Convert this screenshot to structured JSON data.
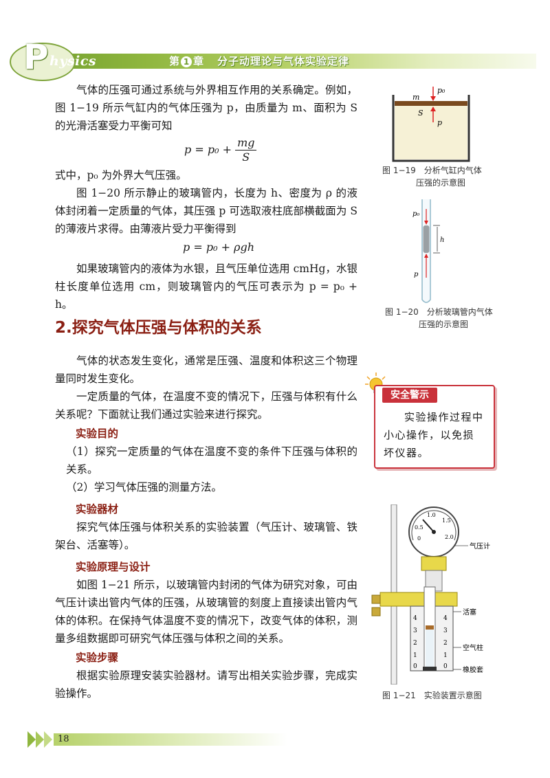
{
  "header": {
    "logo_letter": "P",
    "logo_word": "hysics",
    "chapter_prefix": "第",
    "chapter_num": "1",
    "chapter_suffix": "章",
    "chapter_title": "分子动理论与气体实验定律"
  },
  "content": {
    "p1": "气体的压强可通过系统与外界相互作用的关系确定。例如，图 1−19 所示气缸内的气体压强为 p，由质量为 m、面积为 S 的光滑活塞受力平衡可知",
    "f1_lhs": "p = p₀ +",
    "f1_num": "mg",
    "f1_den": "S",
    "p2": "式中，p₀ 为外界大气压强。",
    "p3": "图 1−20 所示静止的玻璃管内，长度为 h、密度为 ρ 的液体封闭着一定质量的气体，其压强 p 可选取液柱底部横截面为 S 的薄液片求得。由薄液片受力平衡得到",
    "f2": "p = p₀ + ρgh",
    "p4": "如果玻璃管内的液体为水银，且气压单位选用 cmHg，水银柱长度单位选用 cm，则玻璃管内的气压可表示为 p = p₀ + h。",
    "section_title": "2.探究气体压强与体积的关系",
    "p5": "气体的状态发生变化，通常是压强、温度和体积这三个物理量同时发生变化。",
    "p6": "一定质量的气体，在温度不变的情况下，压强与体积有什么关系呢？下面就让我们通过实验来进行探究。",
    "h_purpose": "实验目的",
    "purpose_1": "（1）探究一定质量的气体在温度不变的条件下压强与体积的关系。",
    "purpose_2": "（2）学习气体压强的测量方法。",
    "h_equipment": "实验器材",
    "equipment": "探究气体压强与体积关系的实验装置（气压计、玻璃管、铁架台、活塞等）。",
    "h_principle": "实验原理与设计",
    "principle": "如图 1−21 所示，以玻璃管内封闭的气体为研究对象，可由气压计读出管内气体的压强，从玻璃管的刻度上直接读出管内气体的体积。在保持气体温度不变的情况下，改变气体的体积，测量多组数据即可研究气体压强与体积之间的关系。",
    "h_steps": "实验步骤",
    "steps": "根据实验原理安装实验器材。请写出相关实验步骤，完成实验操作。"
  },
  "fig19": {
    "label_p0": "p₀",
    "label_m": "m",
    "label_S": "S",
    "label_p": "p",
    "caption_1": "图 1−19　分析气缸内气体",
    "caption_2": "压强的示意图",
    "piston_color": "#7a4a1e",
    "gas_color": "#f6f1d6"
  },
  "fig20": {
    "label_p0": "p₀",
    "label_h": "h",
    "label_p": "p",
    "caption_1": "图 1−20　分析玻璃管内气体",
    "caption_2": "压强的示意图"
  },
  "safety": {
    "tag": "安全警示",
    "text": "实验操作过程中小心操作，以免损坏仪器。"
  },
  "fig21": {
    "gauge_labels": [
      "0",
      "0.5",
      "1.0",
      "1.5",
      "2.0"
    ],
    "label_gauge": "气压计",
    "label_piston": "活塞",
    "label_air": "空气柱",
    "label_rubber": "橡胶套",
    "scale_left": [
      "4",
      "3",
      "2",
      "1",
      "0"
    ],
    "scale_right": [
      "4",
      "3",
      "2",
      "1",
      "0"
    ],
    "caption": "图 1−21　实验装置示意图"
  },
  "footer": {
    "page_number": "18"
  }
}
